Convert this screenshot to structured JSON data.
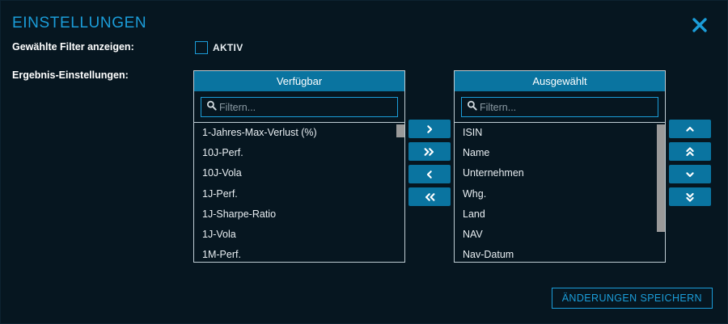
{
  "dialog": {
    "title": "EINSTELLUNGEN",
    "close_icon": "close-x-icon"
  },
  "form": {
    "show_filters_label": "Gewählte Filter anzeigen:",
    "result_settings_label": "Ergebnis-Einstellungen:",
    "active_checkbox_label": "AKTIV",
    "active_checkbox_checked": false
  },
  "available_panel": {
    "header": "Verfügbar",
    "filter_placeholder": "Filtern...",
    "filter_value": "",
    "filter_icon": "search-icon",
    "items": [
      "1-Jahres-Max-Verlust (%)",
      "10J-Perf.",
      "10J-Vola",
      "1J-Perf.",
      "1J-Sharpe-Ratio",
      "1J-Vola",
      "1M-Perf."
    ]
  },
  "selected_panel": {
    "header": "Ausgewählt",
    "filter_placeholder": "Filtern...",
    "filter_value": "",
    "filter_icon": "search-icon",
    "items": [
      "ISIN",
      "Name",
      "Unternehmen",
      "Whg.",
      "Land",
      "NAV",
      "Nav-Datum"
    ]
  },
  "transfer_buttons": [
    {
      "name": "move-right-button",
      "icon": "chevron-right-icon",
      "title": "›"
    },
    {
      "name": "move-all-right-button",
      "icon": "chevron-double-right-icon",
      "title": "»"
    },
    {
      "name": "move-left-button",
      "icon": "chevron-left-icon",
      "title": "‹"
    },
    {
      "name": "move-all-left-button",
      "icon": "chevron-double-left-icon",
      "title": "«"
    }
  ],
  "order_buttons": [
    {
      "name": "move-up-button",
      "icon": "chevron-up-icon",
      "title": "^"
    },
    {
      "name": "move-to-top-button",
      "icon": "chevron-double-up-icon",
      "title": "^^"
    },
    {
      "name": "move-down-button",
      "icon": "chevron-down-icon",
      "title": "v"
    },
    {
      "name": "move-to-bottom-button",
      "icon": "chevron-double-down-icon",
      "title": "vv"
    }
  ],
  "footer": {
    "save_label": "ÄNDERUNGEN SPEICHERN"
  },
  "colors": {
    "background": "#061620",
    "accent": "#1b9dd9",
    "panel_header": "#0a74a0",
    "panel_border": "#bfcdd4",
    "text": "#e8eef2",
    "scrollbar_thumb": "#9a9a9a"
  }
}
